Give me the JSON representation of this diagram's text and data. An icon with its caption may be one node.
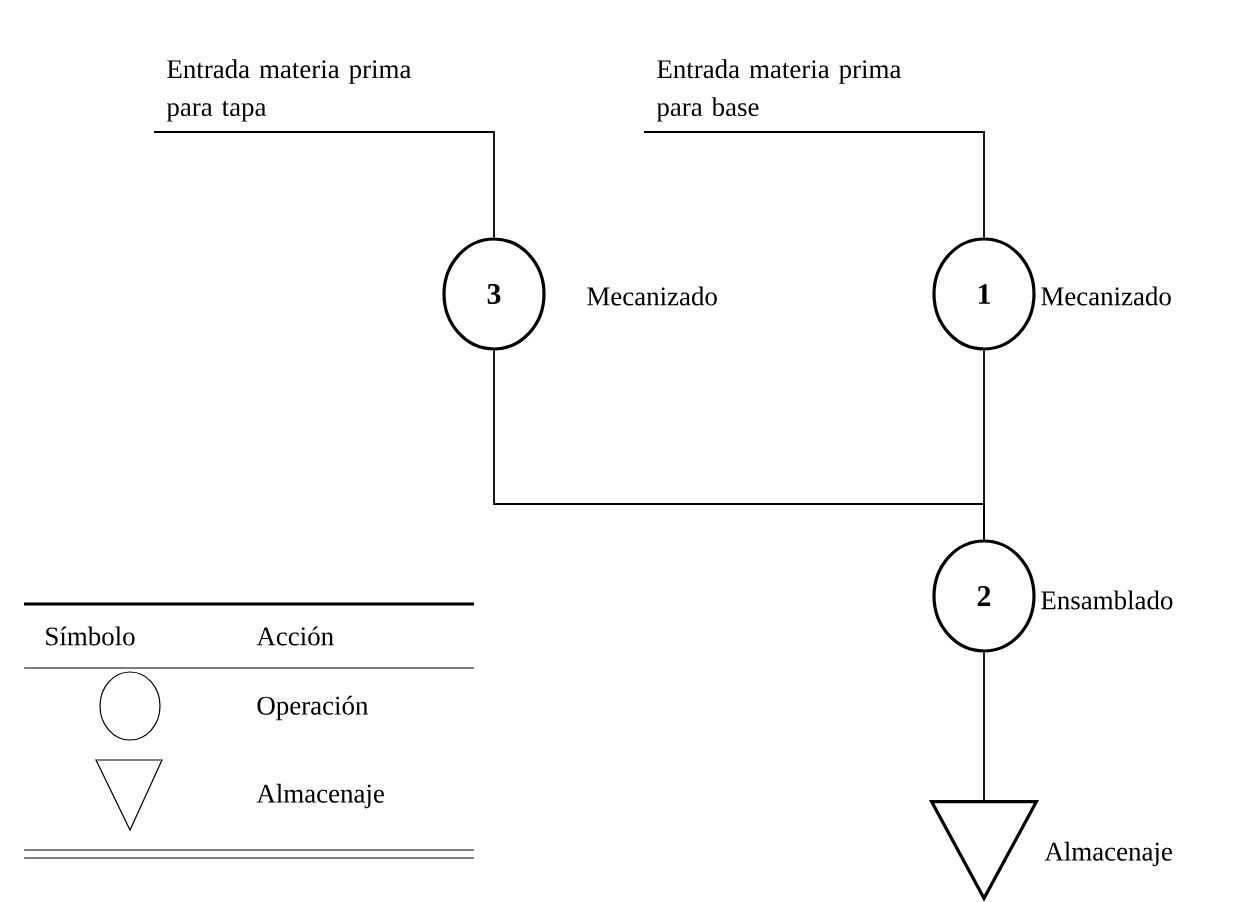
{
  "diagram": {
    "nodes": [
      {
        "text": [
          "Entrada materia prima para tapa"
        ]
      },
      {
        "text": [
          "Entrada materia prima para base"
        ]
      },
      {
        "text": [
          "3"
        ],
        "beside": [
          "Mecanizado"
        ]
      },
      {
        "text": [
          "1"
        ],
        "beside": [
          "Mecanizado"
        ]
      },
      {
        "text": [
          "2"
        ],
        "beside": [
          "Ensamblado"
        ]
      },
      {
        "text": [],
        "shape": "triangle",
        "beside": [
          "Almacenaje"
        ]
      }
    ],
    "edges": [
      {
        "from": 0,
        "to": 2,
        "arrow": "none"
      },
      {
        "from": 1,
        "to": 3,
        "arrow": "none"
      },
      {
        "from": 2,
        "to": 4,
        "arrow": "none"
      },
      {
        "from": 3,
        "to": 4,
        "arrow": "none"
      },
      {
        "from": 4,
        "to": 5,
        "arrow": "none"
      }
    ],
    "labels": [
      "Símbolo",
      "Acción"
    ],
    "legend": [
      {
        "text": "Operación"
      },
      {
        "text": "Almacenaje"
      }
    ]
  }
}
